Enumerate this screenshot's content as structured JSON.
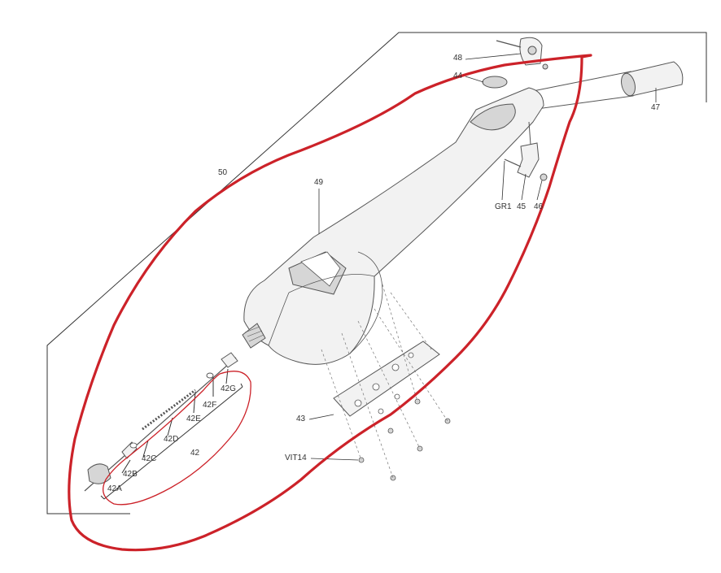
{
  "colors": {
    "line": "#333333",
    "part_stroke": "#555555",
    "part_fill": "#f2f2f2",
    "part_shade": "#d6d6d6",
    "annotation_red": "#cc2229",
    "background": "#ffffff"
  },
  "callouts": {
    "c42": "42",
    "c42A": "42A",
    "c42B": "42B",
    "c42C": "42C",
    "c42D": "42D",
    "c42E": "42E",
    "c42F": "42F",
    "c42G": "42G",
    "c43": "43",
    "c44": "44",
    "c45": "45",
    "c46": "46",
    "c47": "47",
    "c48": "48",
    "c49": "49",
    "c50": "50",
    "cGR1": "GR1",
    "cVIT14": "VIT14"
  }
}
